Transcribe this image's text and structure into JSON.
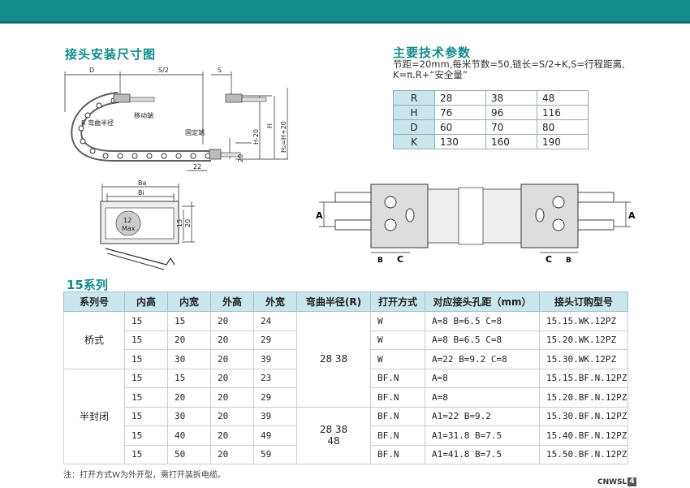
{
  "header": {
    "bar_color": "#138b8b"
  },
  "install_title": "接头安装尺寸图",
  "tech_title": "主要技术参数",
  "tech_desc_line1": "节距=20mm,每米节数=50,链长=S/2+K,S=行程距离,",
  "tech_desc_line2": "K=π.R+“安全量”",
  "params": [
    {
      "label": "R",
      "values": [
        "28",
        "38",
        "48"
      ]
    },
    {
      "label": "H",
      "values": [
        "76",
        "96",
        "116"
      ]
    },
    {
      "label": "D",
      "values": [
        "60",
        "70",
        "80"
      ]
    },
    {
      "label": "K",
      "values": [
        "130",
        "160",
        "190"
      ]
    }
  ],
  "diagram1": {
    "label_d": "D",
    "label_s2": "S/2",
    "label_s": "S",
    "label_r": "R 弯曲半径",
    "label_moving": "移动端",
    "label_fixed": "固定端",
    "label_h20": "H-20",
    "label_h": "H",
    "label_hh": "H₂=H+20",
    "label_20": "20",
    "label_22": "22"
  },
  "diagram2": {
    "label_ba": "Ba",
    "label_bi": "Bi",
    "label_max_num": "12",
    "label_max": "Max",
    "label_15": "15",
    "label_20": "20"
  },
  "diagram3": {
    "label_a_left": "A",
    "label_a_right": "A",
    "label_b_left": "B",
    "label_c_left": "C",
    "label_c_right": "C",
    "label_b_right": "B"
  },
  "series_title": "15系列",
  "table": {
    "headers": [
      "系列号",
      "内高",
      "内宽",
      "外高",
      "外宽",
      "弯曲半径(R)",
      "打开方式",
      "对应接头孔距（mm）",
      "接头订购型号"
    ],
    "group1": "桥式",
    "group2": "半封闭",
    "radius1": "28 38",
    "radius2_line1": "28 38",
    "radius2_line2": "48",
    "rows": [
      {
        "inner_h": "15",
        "inner_w": "15",
        "outer_h": "20",
        "outer_w": "24",
        "open": "W",
        "holes": "A=8 B=6.5 C=8",
        "model": "15.15.WK.12PZ"
      },
      {
        "inner_h": "15",
        "inner_w": "20",
        "outer_h": "20",
        "outer_w": "29",
        "open": "W",
        "holes": "A=8 B=6.5 C=8",
        "model": "15.20.WK.12PZ"
      },
      {
        "inner_h": "15",
        "inner_w": "30",
        "outer_h": "20",
        "outer_w": "39",
        "open": "W",
        "holes": "A=22 B=9.2 C=8",
        "model": "15.30.WK.12PZ"
      },
      {
        "inner_h": "15",
        "inner_w": "15",
        "outer_h": "20",
        "outer_w": "23",
        "open": "BF.N",
        "holes": "A=8",
        "model": "15.15.BF.N.12PZ"
      },
      {
        "inner_h": "15",
        "inner_w": "20",
        "outer_h": "20",
        "outer_w": "29",
        "open": "BF.N",
        "holes": "A=8",
        "model": "15.20.BF.N.12PZ"
      },
      {
        "inner_h": "15",
        "inner_w": "30",
        "outer_h": "20",
        "outer_w": "39",
        "open": "BF.N",
        "holes": "A1=22 B=9.2",
        "model": "15.30.BF.N.12PZ"
      },
      {
        "inner_h": "15",
        "inner_w": "40",
        "outer_h": "20",
        "outer_w": "49",
        "open": "BF.N",
        "holes": "A1=31.8 B=7.5",
        "model": "15.40.BF.N.12PZ"
      },
      {
        "inner_h": "15",
        "inner_w": "50",
        "outer_h": "20",
        "outer_w": "59",
        "open": "BF.N",
        "holes": "A1=41.8 B=7.5",
        "model": "15.50.BF.N.12PZ"
      }
    ]
  },
  "note": "注：打开方式W为外开型，需打开装拆电缆。",
  "brand": "CNWSL",
  "page_num": "4"
}
